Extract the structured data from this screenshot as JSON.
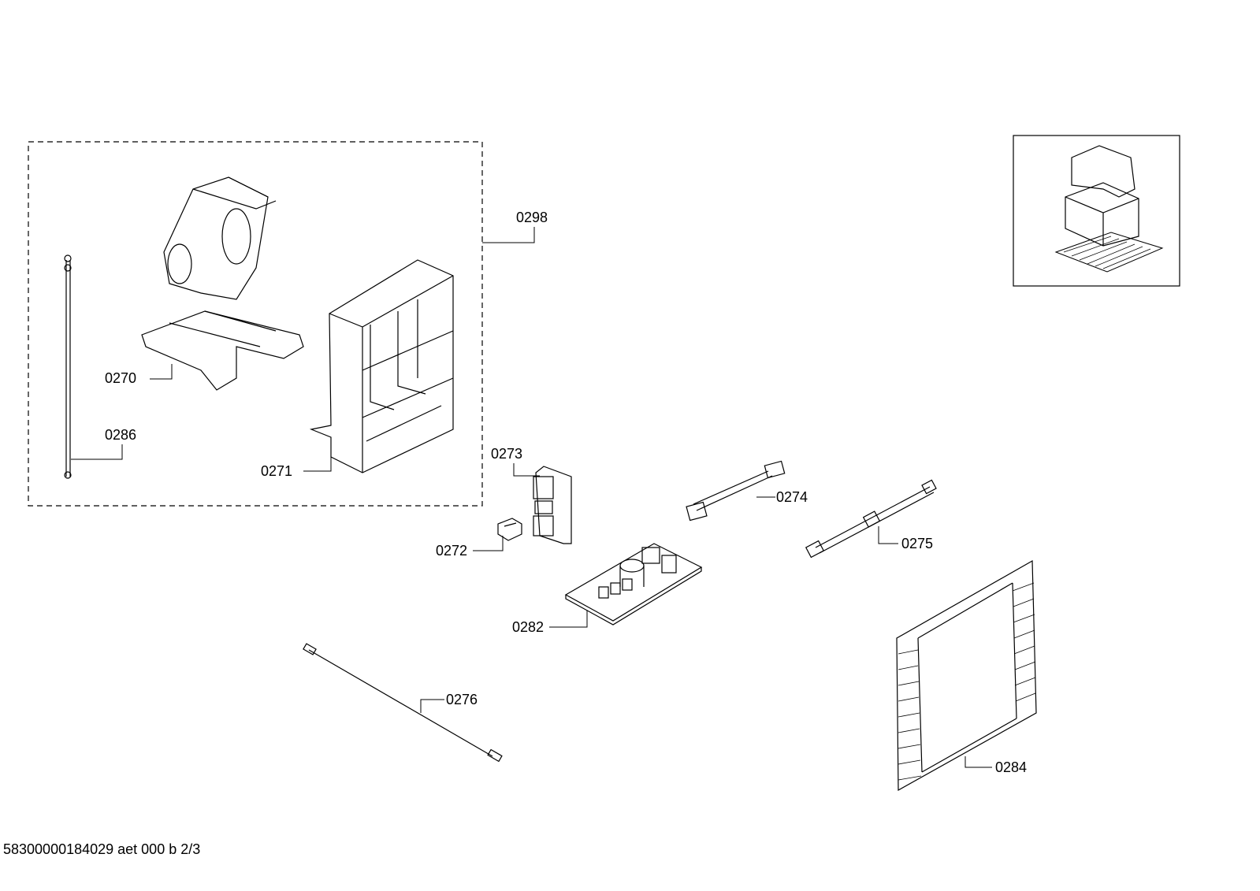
{
  "diagram": {
    "labels": {
      "p0298": "0298",
      "p0270": "0270",
      "p0286": "0286",
      "p0271": "0271",
      "p0273": "0273",
      "p0272": "0272",
      "p0274": "0274",
      "p0275": "0275",
      "p0282": "0282",
      "p0276": "0276",
      "p0284": "0284"
    },
    "footer": "58300000184029 aet 000 b 2/3"
  }
}
